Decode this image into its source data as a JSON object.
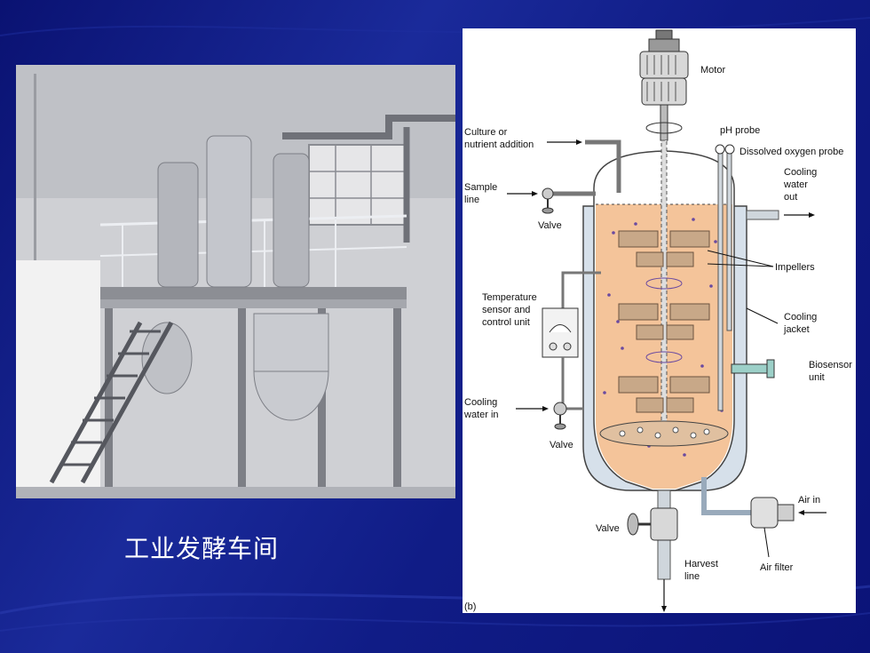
{
  "slide": {
    "caption": "工业发酵车间",
    "photo_alt": "industrial-fermentation-workshop-photo"
  },
  "diagram": {
    "panel_label": "(b)",
    "labels": {
      "motor": "Motor",
      "culture_line1": "Culture or",
      "culture_line2": "nutrient addition",
      "ph_probe": "pH probe",
      "dissolved_oxygen": "Dissolved oxygen probe",
      "sample_line1": "Sample",
      "sample_line2": "line",
      "valve_top": "Valve",
      "cooling_out_line1": "Cooling",
      "cooling_out_line2": "water",
      "cooling_out_line3": "out",
      "impellers": "Impellers",
      "temp_line1": "Temperature",
      "temp_line2": "sensor and",
      "temp_line3": "control unit",
      "jacket_line1": "Cooling",
      "jacket_line2": "jacket",
      "biosensor_line1": "Biosensor",
      "biosensor_line2": "unit",
      "cooling_in_line1": "Cooling",
      "cooling_in_line2": "water in",
      "valve_mid": "Valve",
      "air_in": "Air in",
      "valve_bottom": "Valve",
      "harvest_line1": "Harvest",
      "harvest_line2": "line",
      "air_filter": "Air filter"
    }
  },
  "colors": {
    "background": "#101c86",
    "broth": "#f4c49a",
    "vessel_wall": "#b8c8d8",
    "paddle": "#c8a888"
  }
}
